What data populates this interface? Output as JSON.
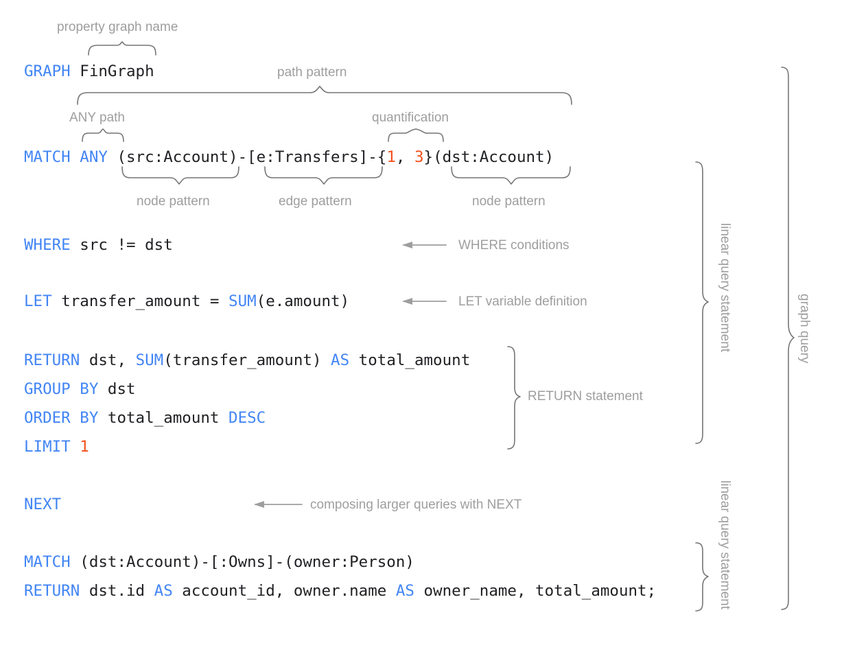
{
  "diagram": {
    "title": "GQL graph query anatomy",
    "colors": {
      "keyword": "#4285f4",
      "literal": "#f4511e",
      "code_text": "#202124",
      "annotation": "#9e9e9e",
      "brace": "#757575",
      "background": "#ffffff"
    }
  },
  "code": {
    "line_graph": {
      "keyword": "GRAPH",
      "name": "FinGraph"
    },
    "line_match": {
      "keyword": "MATCH",
      "any": "ANY",
      "src_node": "(src:Account)",
      "dash1": "-",
      "edge": "[e:Transfers]",
      "dash2": "-",
      "quant_open": "{",
      "quant_lower": "1",
      "quant_sep": ", ",
      "quant_upper": "3",
      "quant_close": "}",
      "dst_node": "(dst:Account)"
    },
    "line_where": {
      "keyword": "WHERE",
      "expr": "src != dst"
    },
    "line_let": {
      "keyword": "LET",
      "var": "transfer_amount = ",
      "fn": "SUM",
      "args": "(e.amount)"
    },
    "line_return": {
      "keyword": "RETURN",
      "cols_a": "dst, ",
      "fn": "SUM",
      "args": "(transfer_amount) ",
      "as": "AS",
      "alias": " total_amount"
    },
    "line_group": {
      "keyword": "GROUP BY",
      "expr": " dst"
    },
    "line_order": {
      "keyword": "ORDER BY",
      "expr": " total_amount ",
      "dir": "DESC"
    },
    "line_limit": {
      "keyword": "LIMIT",
      "value": "1"
    },
    "line_next": {
      "keyword": "NEXT"
    },
    "line_match2": {
      "keyword": "MATCH",
      "pattern": "(dst:Account)-[:Owns]-(owner:Person)"
    },
    "line_return2": {
      "keyword": "RETURN",
      "a": "dst.id ",
      "as1": "AS",
      "b": " account_id, owner.name ",
      "as2": "AS",
      "c": " owner_name, total_amount;"
    }
  },
  "annotations": {
    "property_graph_name": "property graph name",
    "path_pattern": "path pattern",
    "any_path": "ANY path",
    "quantification": "quantification",
    "node_pattern_left": "node pattern",
    "edge_pattern": "edge pattern",
    "node_pattern_right": "node pattern",
    "where_conditions": "WHERE conditions",
    "let_variable_definition": "LET variable definition",
    "return_statement": "RETURN statement",
    "composing_with_next": "composing larger queries with NEXT",
    "linear_query_statement_1": "linear query statement",
    "linear_query_statement_2": "linear query statement",
    "graph_query": "graph query"
  }
}
